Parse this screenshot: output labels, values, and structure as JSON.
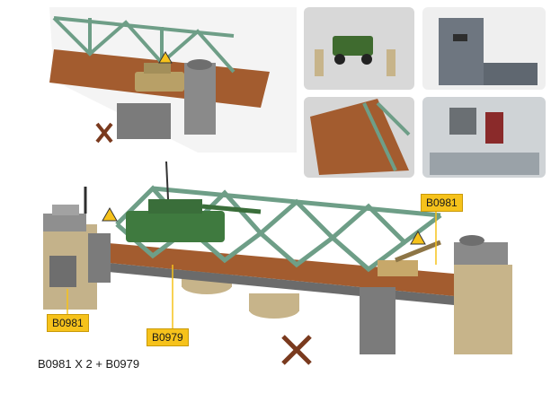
{
  "labels": {
    "tag_left": "B0981",
    "tag_mid": "B0979",
    "tag_right": "B0981",
    "formula": "B0981 X 2 + B0979"
  },
  "colors": {
    "truss": "#6e9e87",
    "tower": "#8f8f8f",
    "sand": "#c7b48a",
    "deck": "#a35c2f",
    "tag": "#f6c21b"
  }
}
